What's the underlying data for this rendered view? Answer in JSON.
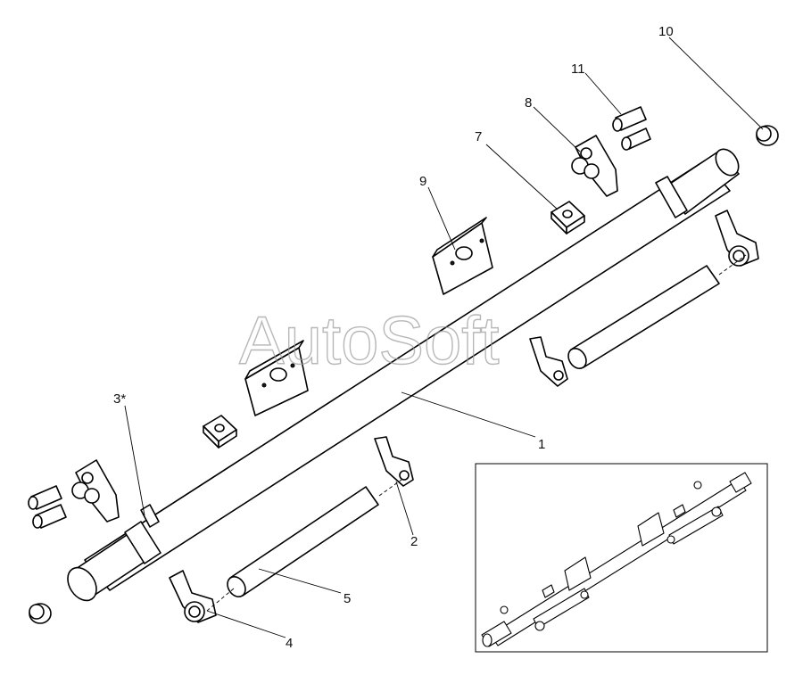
{
  "watermark": "AutoSoft",
  "callouts": [
    {
      "id": "1",
      "label": "1"
    },
    {
      "id": "2",
      "label": "2"
    },
    {
      "id": "3",
      "label": "3*"
    },
    {
      "id": "4",
      "label": "4"
    },
    {
      "id": "5",
      "label": "5"
    },
    {
      "id": "7",
      "label": "7"
    },
    {
      "id": "8",
      "label": "8"
    },
    {
      "id": "9",
      "label": "9"
    },
    {
      "id": "10",
      "label": "10"
    },
    {
      "id": "11",
      "label": "11"
    }
  ]
}
